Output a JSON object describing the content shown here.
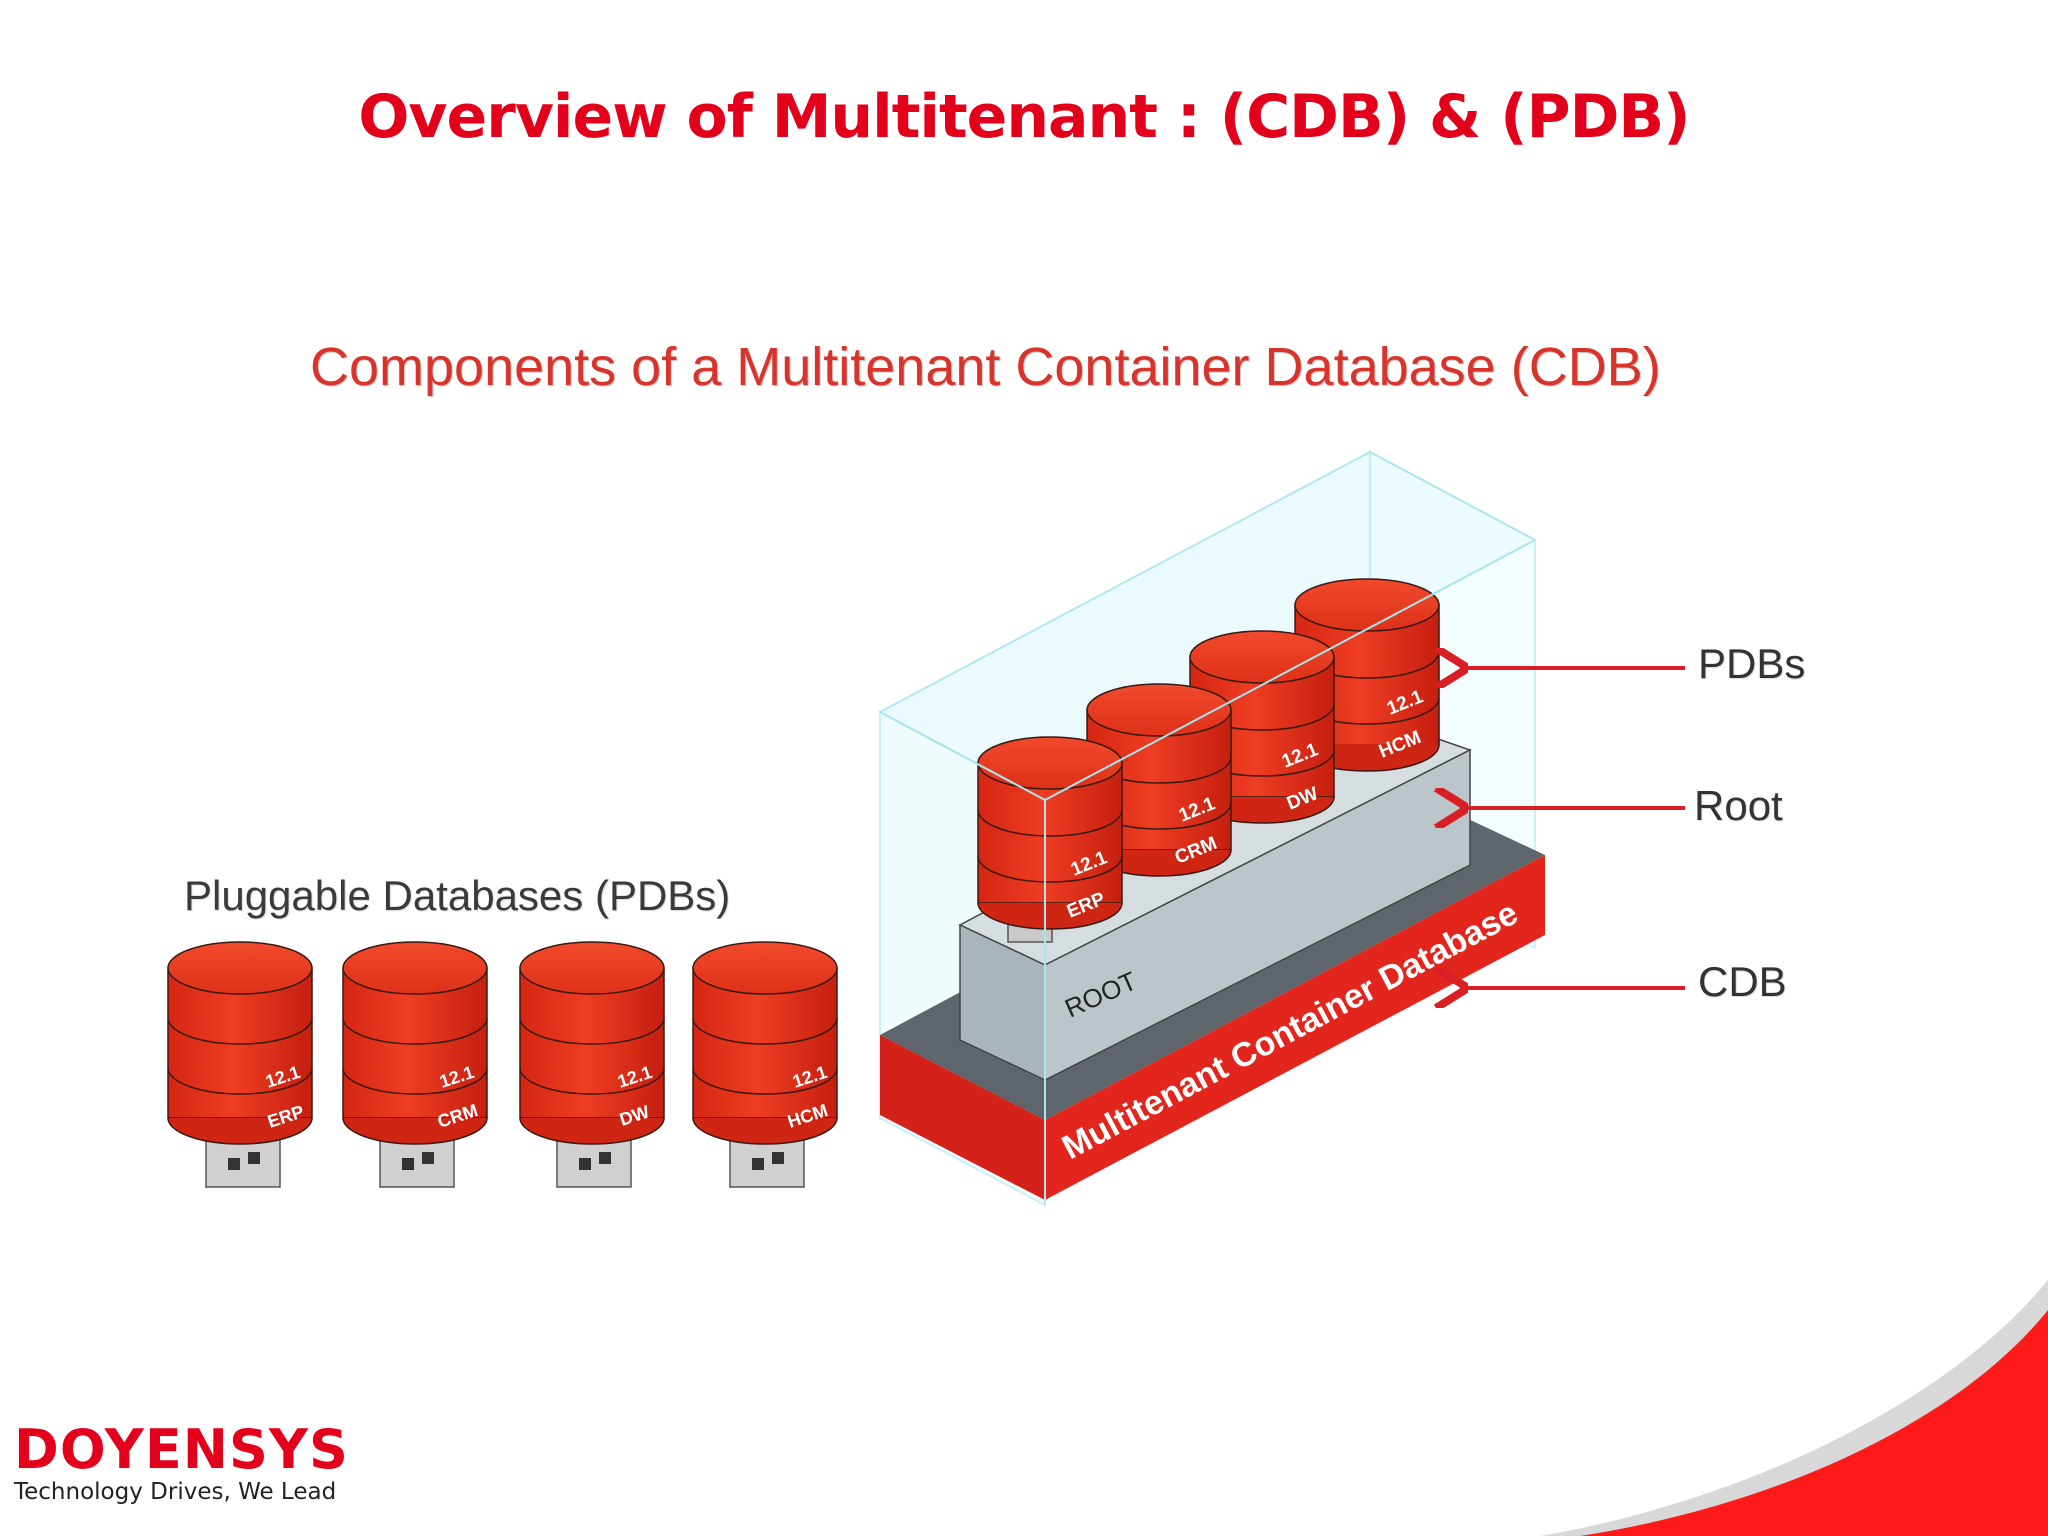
{
  "slide": {
    "title": "Overview of Multitenant : (CDB) & (PDB)"
  },
  "diagram": {
    "title": "Components of a Multitenant Container Database (CDB)",
    "pluggable_heading": "Pluggable Databases (PDBs)",
    "version": "12.1",
    "pdbs": [
      "ERP",
      "CRM",
      "DW",
      "HCM"
    ],
    "root_label": "ROOT",
    "cdb_label": "Multitenant Container Database",
    "callouts": {
      "pdbs": "PDBs",
      "root": "Root",
      "cdb": "CDB"
    }
  },
  "logo": {
    "brand": "DOYENSYS",
    "tagline": "Technology Drives, We Lead"
  },
  "colors": {
    "accent": "#e3001b",
    "cylinder": "#e8341f",
    "root_block": "#b9c4c8"
  }
}
